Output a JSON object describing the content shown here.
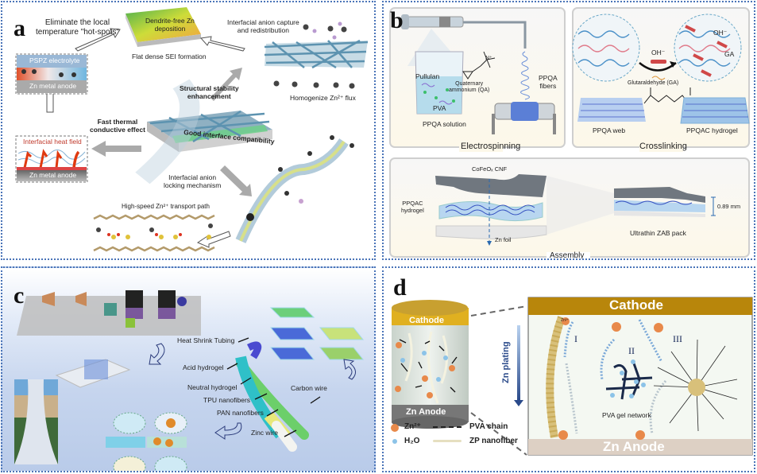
{
  "figure": {
    "panels": {
      "a": {
        "letter": "a",
        "labels": {
          "eliminate_hotspots_1": "Eliminate the local",
          "eliminate_hotspots_2": "temperature \"hot-spots\"",
          "dendrite_free_1": "Dendrite-free Zn",
          "dendrite_free_2": "deposition",
          "flat_sei": "Flat dense SEI formation",
          "anion_capture_1": "Interfacial anion capture",
          "anion_capture_2": "and redistribution",
          "pspz_electrolyte": "PSPZ electrolyte",
          "zn_metal_anode_top": "Zn metal anode",
          "homogenize_flux": "Homogenize Zn²⁺ flux",
          "structural_1": "Structural stability",
          "structural_2": "enhancement",
          "fast_thermal_1": "Fast thermal",
          "fast_thermal_2": "conductive effect",
          "heat_field": "Interfacial heat field",
          "zn_metal_anode_bottom": "Zn metal anode",
          "good_interface": "Good interface compatibility",
          "anion_locking_1": "Interfacial anion",
          "anion_locking_2": "locking mechanism",
          "transport_path": "High-speed Zn²⁺ transport path",
          "ion_symbol": "Zn"
        }
      },
      "b": {
        "letter": "b",
        "labels": {
          "pullulan": "Pullulan",
          "pva": "PVA",
          "qa_1": "Quaternary",
          "qa_2": "ammonium (QA)",
          "ppqa_solution": "PPQA solution",
          "ppqa_fibers_1": "PPQA",
          "ppqa_fibers_2": "fibers",
          "n_plus": "N⁺",
          "electrospinning": "Electrospinning",
          "oh_minus_arrow": "OH⁻",
          "oh_minus_gel": "OH⁻",
          "ga": "GA",
          "glutaraldehyde": "Glutaraldehyde (GA)",
          "ppqa_web": "PPQA web",
          "ppqac_hydrogel": "PPQAC hydrogel",
          "crosslinking": "Crosslinking",
          "cofeox_cnf": "CoFeOₓ CNF",
          "ppqac_1": "PPQAC",
          "ppqac_2": "hydrogel",
          "zn_foil": "Zn foil",
          "thickness": "0.89 mm",
          "ultrathin_pack": "Ultrathin ZAB pack",
          "assembly": "Assembly"
        }
      },
      "c": {
        "letter": "c",
        "labels": {
          "heat_shrink": "Heat Shrink Tubing",
          "acid_hydrogel": "Acid hydrogel",
          "neutral_hydrogel": "Neutral hydrogel",
          "tpu": "TPU nanofibers",
          "pan": "PAN nanofibers",
          "zinc_wire": "Zinc wire",
          "carbon_wire": "Carbon wire"
        }
      },
      "d": {
        "letter": "d",
        "labels": {
          "cathode_small": "Cathode",
          "zn_anode_small": "Zn Anode",
          "zn_plating": "Zn plating",
          "cathode_big": "Cathode",
          "zn_anode_big": "Zn Anode",
          "mech_1": "I",
          "mech_2": "II",
          "mech_3": "III",
          "pva_gel_network": "PVA gel network",
          "zn_ion_tag": "Zn²⁺"
        },
        "legend": {
          "zn2": "Zn²⁺",
          "h2o": "H₂O",
          "pva_chain": "PVA chain",
          "zp_nanofiber": "ZP nanofiber"
        }
      }
    },
    "colors": {
      "panel_border": "#4a74b8",
      "cathode_gold": "#b8860b",
      "zn_anode_beige": "#ddd0c4",
      "zn_ion_orange": "#e8894a",
      "h2o_blue": "#8cc3e8",
      "fiber_blue": "#5d93b0",
      "heat_red": "#d93a1a"
    }
  }
}
